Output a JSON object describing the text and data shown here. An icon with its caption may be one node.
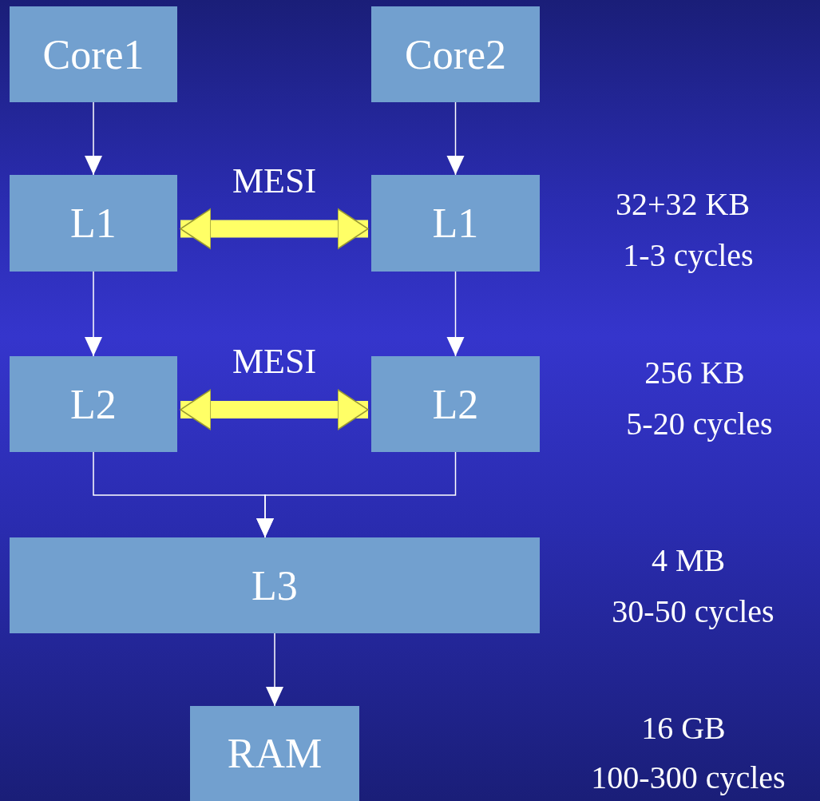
{
  "diagram": {
    "nodes": [
      {
        "text": [
          "Core1"
        ]
      },
      {
        "text": [
          "Core2"
        ]
      },
      {
        "text": [
          "L1"
        ]
      },
      {
        "text": [
          "L1"
        ]
      },
      {
        "text": [
          "L2"
        ]
      },
      {
        "text": [
          "L2"
        ]
      },
      {
        "text": [
          "L3"
        ]
      },
      {
        "text": [
          "RAM"
        ]
      }
    ],
    "edges": [
      {
        "from": 0,
        "to": 2,
        "arrow": "to"
      },
      {
        "from": 1,
        "to": 3,
        "arrow": "to"
      },
      {
        "from": 2,
        "to": 3,
        "arrow": "both",
        "label": "MESI",
        "style": "thick",
        "color": "#ffff66"
      },
      {
        "from": 2,
        "to": 4,
        "arrow": "to"
      },
      {
        "from": 3,
        "to": 5,
        "arrow": "to"
      },
      {
        "from": 4,
        "to": 5,
        "arrow": "both",
        "label": "MESI",
        "style": "thick",
        "color": "#ffff66"
      },
      {
        "from": 4,
        "to": 6,
        "arrow": "to"
      },
      {
        "from": 5,
        "to": 6,
        "arrow": "to"
      },
      {
        "from": 6,
        "to": 7,
        "arrow": "to"
      }
    ],
    "labels": [
      "32+32 KB",
      "1-3 cycles",
      "256 KB",
      "5-20 cycles",
      "4 MB",
      "30-50 cycles",
      "16 GB",
      "100-300 cycles"
    ]
  }
}
